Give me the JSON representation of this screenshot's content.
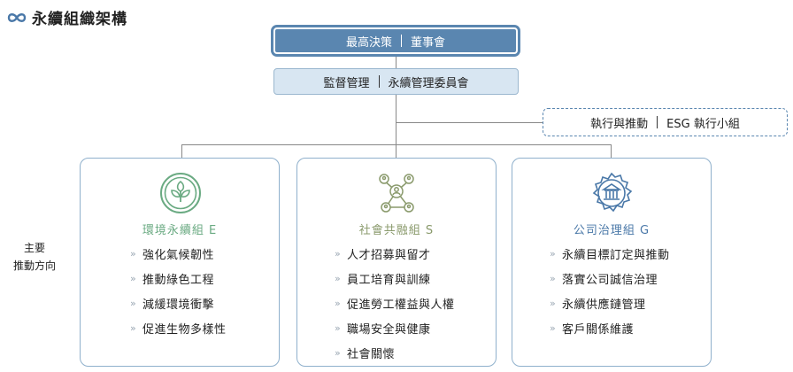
{
  "page_title": "永續組織架構",
  "top_box": {
    "left": "最高決策",
    "right": "董事會"
  },
  "mid_box": {
    "left": "監督管理",
    "right": "永續管理委員會"
  },
  "side_box": {
    "left": "執行與推動",
    "right": "ESG 執行小組"
  },
  "side_label": {
    "line1": "主要",
    "line2": "推動方向"
  },
  "colors": {
    "environment": "#6aaa82",
    "social": "#8a9a6c",
    "governance": "#4a78a8",
    "top_box": "#5a86b0",
    "mid_box": "#d8e6f2"
  },
  "cards": [
    {
      "icon": "leaf-icon",
      "title": "環境永續組 E",
      "items": [
        "強化氣候韌性",
        "推動綠色工程",
        "減緩環境衝擊",
        "促進生物多樣性"
      ]
    },
    {
      "icon": "network-people-icon",
      "title": "社會共融組 S",
      "items": [
        "人才招募與留才",
        "員工培育與訓練",
        "促進勞工權益與人權",
        "職場安全與健康",
        "社會關懷"
      ]
    },
    {
      "icon": "bank-gear-icon",
      "title": "公司治理組 G",
      "items": [
        "永續目標訂定與推動",
        "落實公司誠信治理",
        "永續供應鏈管理",
        "客戶關係維護"
      ]
    }
  ]
}
